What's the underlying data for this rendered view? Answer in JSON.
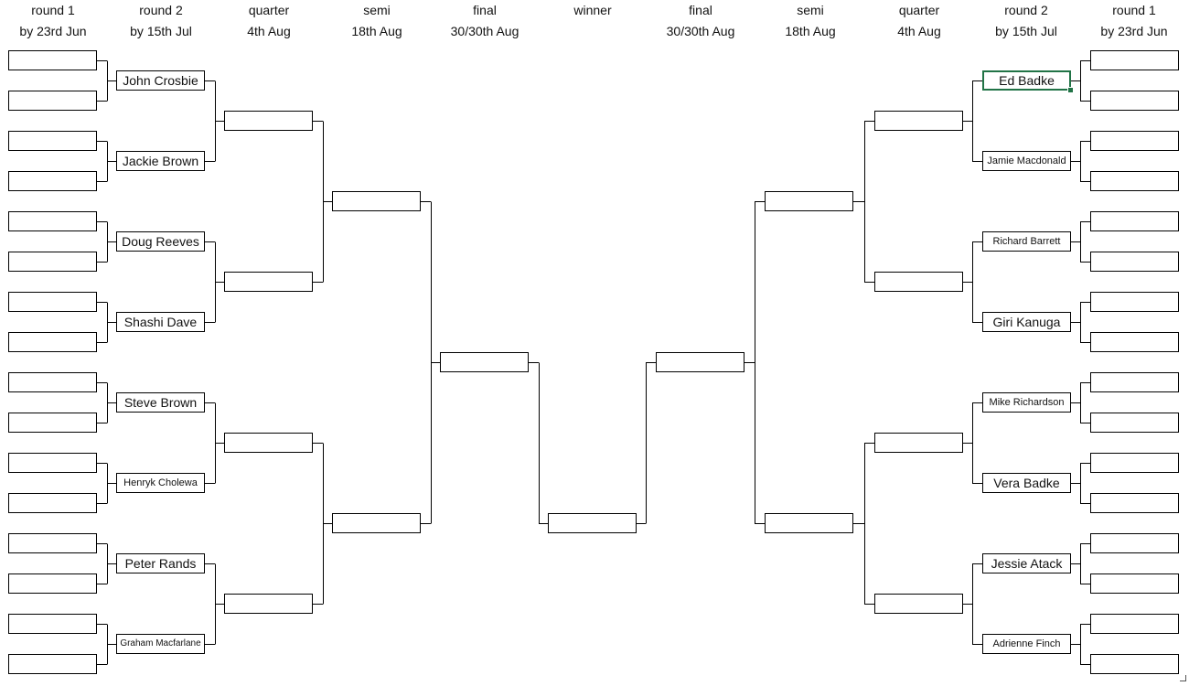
{
  "headers": {
    "left": [
      {
        "line1": "round 1",
        "line2": "by 23rd Jun"
      },
      {
        "line1": "round 2",
        "line2": "by 15th Jul"
      },
      {
        "line1": "quarter",
        "line2": "4th Aug"
      },
      {
        "line1": "semi",
        "line2": "18th Aug"
      },
      {
        "line1": "final",
        "line2": "30/30th Aug"
      }
    ],
    "winner": {
      "line1": "winner"
    },
    "right": [
      {
        "line1": "final",
        "line2": "30/30th Aug"
      },
      {
        "line1": "semi",
        "line2": "18th Aug"
      },
      {
        "line1": "quarter",
        "line2": "4th Aug"
      },
      {
        "line1": "round 2",
        "line2": "by 15th Jul"
      },
      {
        "line1": "round 1",
        "line2": "by 23rd Jun"
      }
    ]
  },
  "left": {
    "round1": [
      "",
      "",
      "",
      "",
      "",
      "",
      "",
      "",
      "",
      "",
      "",
      "",
      "",
      "",
      "",
      ""
    ],
    "round2": [
      "John Crosbie",
      "Jackie Brown",
      "Doug Reeves",
      "Shashi Dave",
      "Steve Brown",
      "Henryk Cholewa",
      "Peter Rands",
      "Graham Macfarlane"
    ],
    "quarter": [
      "",
      "",
      "",
      ""
    ],
    "semi": [
      "",
      ""
    ],
    "final": [
      ""
    ]
  },
  "right": {
    "round1": [
      "",
      "",
      "",
      "",
      "",
      "",
      "",
      "",
      "",
      "",
      "",
      "",
      "",
      "",
      "",
      ""
    ],
    "round2": [
      "Ed Badke",
      "Jamie Macdonald",
      "Richard Barrett",
      "Giri Kanuga",
      "Mike Richardson",
      "Vera Badke",
      "Jessie Atack",
      "Adrienne Finch"
    ],
    "quarter": [
      "",
      "",
      "",
      ""
    ],
    "semi": [
      "",
      ""
    ],
    "final": [
      ""
    ]
  },
  "winner": [
    ""
  ],
  "selected_cell": "Ed Badke",
  "colors": {
    "line": "#000000",
    "selection": "#217346",
    "background": "#ffffff"
  }
}
